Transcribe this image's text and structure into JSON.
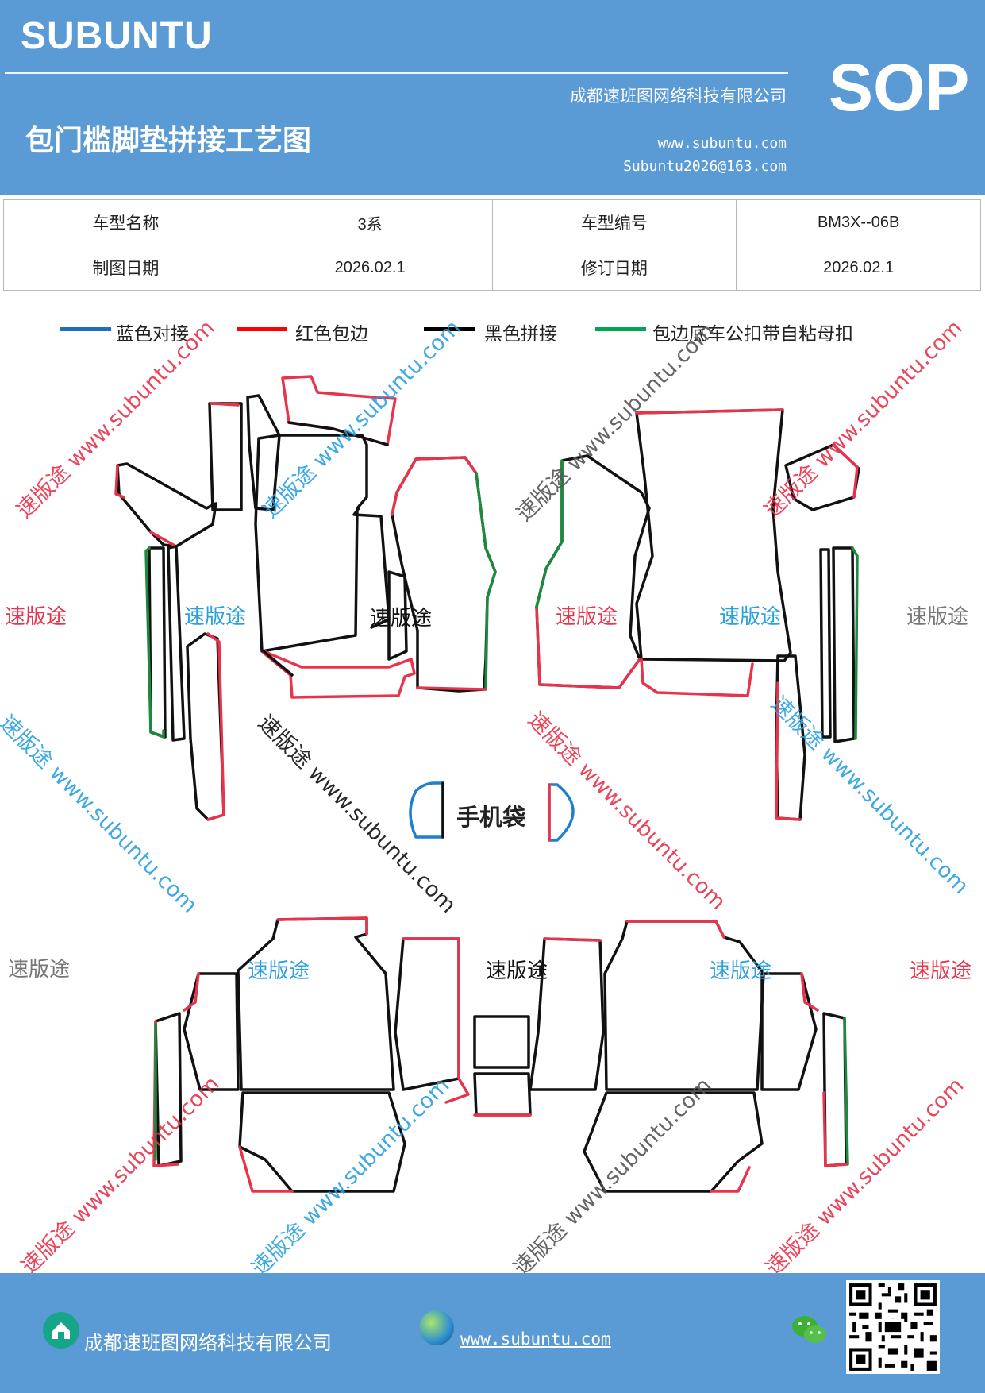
{
  "header": {
    "brand": "SUBUNTU",
    "company": "成都速班图网络科技有限公司",
    "title": "包门槛脚垫拼接工艺图",
    "website": "www.subuntu.com",
    "email": "Subuntu2026@163.com",
    "badge": "SOP"
  },
  "info_table": {
    "rows": [
      [
        "车型名称",
        "3系",
        "车型编号",
        "BM3X--06B"
      ],
      [
        "制图日期",
        "2026.02.1",
        "修订日期",
        "2026.02.1"
      ]
    ]
  },
  "legend": [
    {
      "label": "蓝色对接",
      "color": "#1f6fbf"
    },
    {
      "label": "红色包边",
      "color": "#ff0000"
    },
    {
      "label": "黑色拼接",
      "color": "#000000"
    },
    {
      "label": "包边底车公扣带自粘母扣",
      "color": "#00a651"
    }
  ],
  "watermarks": {
    "brand": "速版途",
    "diag": "速版途 www.subuntu.com",
    "colors": {
      "red": "#e8334a",
      "blue": "#2aa0e0",
      "gray": "#777777",
      "black": "#111111"
    }
  },
  "diagram": {
    "phone_bag_label": "手机袋",
    "colors": {
      "red": "#e8334a",
      "black": "#111111",
      "green": "#1b8a3e",
      "blue": "#1f7fd0"
    }
  },
  "footer": {
    "company": "成都速班图网络科技有限公司",
    "website": "www.subuntu.com",
    "icons": [
      "home-icon",
      "globe-icon",
      "wechat-icon",
      "qr-code"
    ]
  }
}
